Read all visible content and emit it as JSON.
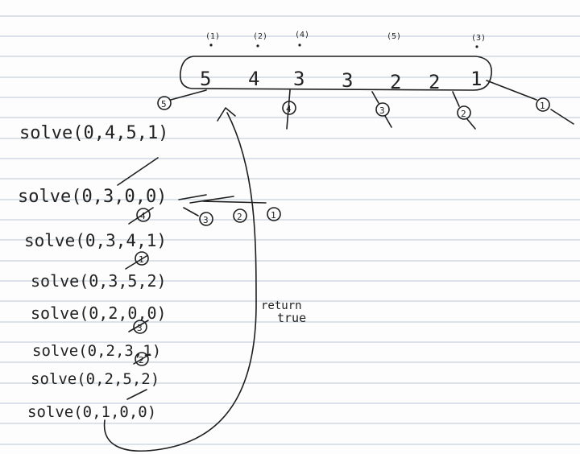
{
  "array": {
    "values": [
      "5",
      "4",
      "3",
      "3",
      "2",
      "2",
      "1"
    ],
    "top_marks": [
      "(1)",
      "(2)",
      "(4)",
      "(5)",
      "(3)"
    ]
  },
  "below_marks": [
    "5",
    "4",
    "3",
    "2",
    "1"
  ],
  "calls": [
    "solve(0,4,5,1)",
    "solve(0,3,0,0)",
    "solve(0,3,4,1)",
    "solve(0,3,5,2)",
    "solve(0,2,0,0)",
    "solve(0,2,3,1)",
    "solve(0,2,5,2)",
    "solve(0,1,0,0)"
  ],
  "call_marks": [
    "4",
    "1",
    "3",
    "2"
  ],
  "branch_marks": [
    "3",
    "2",
    "1"
  ],
  "annotation": {
    "line1": "return",
    "line2": "true"
  },
  "colors": {
    "ink": "#1e1e1e",
    "paper": "#fdfdfd",
    "rule": "#b9c7d6"
  }
}
